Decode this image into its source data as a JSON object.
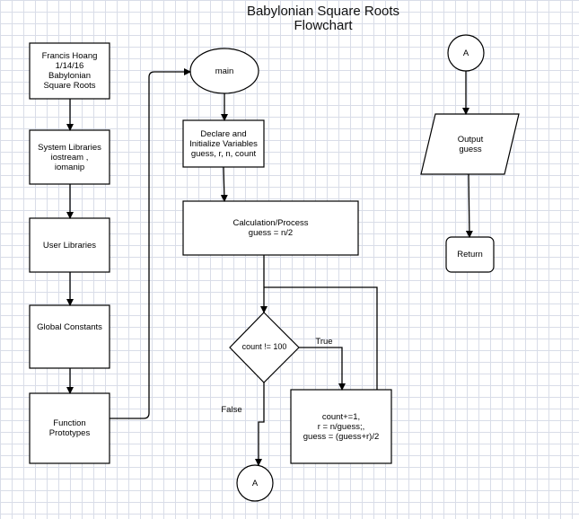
{
  "title_line1": "Babylonian Square Roots",
  "title_line2": "Flowchart",
  "nodes": {
    "header": "Francis Hoang\n1/14/16\nBabylonian\nSquare Roots",
    "system_libraries": "System Libraries\niostream ,\niomanip",
    "user_libraries": "User Libraries",
    "global_constants": "Global Constants",
    "function_prototypes": "Function\nPrototypes",
    "main": "main",
    "declare": "Declare and\nInitialize Variables\nguess, r, n, count",
    "calculation": "Calculation/Process\nguess = n/2",
    "decision": "count != 100",
    "loop_body": "count+=1,\nr = n/guess;,\nguess = (guess+r)/2",
    "connector_bottom": "A",
    "connector_top": "A",
    "output": "Output\nguess",
    "return": "Return"
  },
  "edges": {
    "true_label": "True",
    "false_label": "False"
  }
}
